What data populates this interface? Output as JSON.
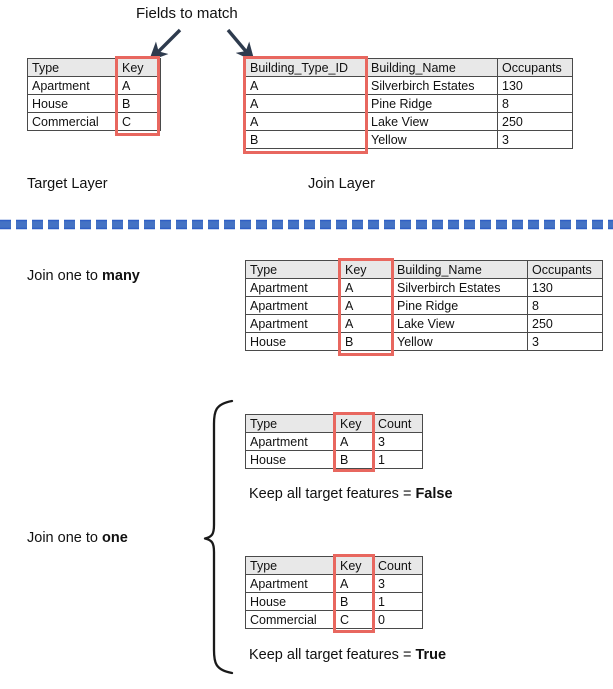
{
  "title": "Fields to match",
  "colors": {
    "highlight": "#e8675f",
    "arrow": "#2e3b4e",
    "divider": "#2f5fc4",
    "divider_fill": "#4472c4",
    "table_border": "#4a4a4a",
    "header_fill": "#e8e8e8"
  },
  "labels": {
    "target_layer": "Target Layer",
    "join_layer": "Join Layer",
    "join_one_to_many_prefix": "Join one to ",
    "join_one_to_many_emphasis": "many",
    "join_one_to_one_prefix": "Join one to ",
    "join_one_to_one_emphasis": "one",
    "keep_false_prefix": "Keep all target features = ",
    "keep_false_value": "False",
    "keep_true_prefix": "Keep all target features = ",
    "keep_true_value": "True"
  },
  "target_table": {
    "headers": [
      "Type",
      "Key"
    ],
    "rows": [
      [
        "Apartment",
        "A"
      ],
      [
        "House",
        "B"
      ],
      [
        "Commercial",
        "C"
      ]
    ],
    "highlight_column": "Key"
  },
  "join_table": {
    "headers": [
      "Building_Type_ID",
      "Building_Name",
      "Occupants"
    ],
    "rows": [
      [
        "A",
        "Silverbirch Estates",
        "130"
      ],
      [
        "A",
        "Pine Ridge",
        "8"
      ],
      [
        "A",
        "Lake View",
        "250"
      ],
      [
        "B",
        "Yellow",
        "3"
      ]
    ],
    "highlight_column": "Building_Type_ID"
  },
  "one_to_many_table": {
    "headers": [
      "Type",
      "Key",
      "Building_Name",
      "Occupants"
    ],
    "rows": [
      [
        "Apartment",
        "A",
        "Silverbirch Estates",
        "130"
      ],
      [
        "Apartment",
        "A",
        "Pine Ridge",
        "8"
      ],
      [
        "Apartment",
        "A",
        "Lake View",
        "250"
      ],
      [
        "House",
        "B",
        "Yellow",
        "3"
      ]
    ],
    "highlight_column": "Key"
  },
  "one_to_one_false_table": {
    "headers": [
      "Type",
      "Key",
      "Count"
    ],
    "rows": [
      [
        "Apartment",
        "A",
        "3"
      ],
      [
        "House",
        "B",
        "1"
      ]
    ],
    "highlight_column": "Key"
  },
  "one_to_one_true_table": {
    "headers": [
      "Type",
      "Key",
      "Count"
    ],
    "rows": [
      [
        "Apartment",
        "A",
        "3"
      ],
      [
        "House",
        "B",
        "1"
      ],
      [
        "Commercial",
        "C",
        "0"
      ]
    ],
    "highlight_column": "Key"
  },
  "annotations": {
    "left_arrow": "arrow-down-left-icon",
    "right_arrow": "arrow-down-right-icon",
    "divider": "dashed-divider",
    "brace": "curly-brace-icon"
  }
}
